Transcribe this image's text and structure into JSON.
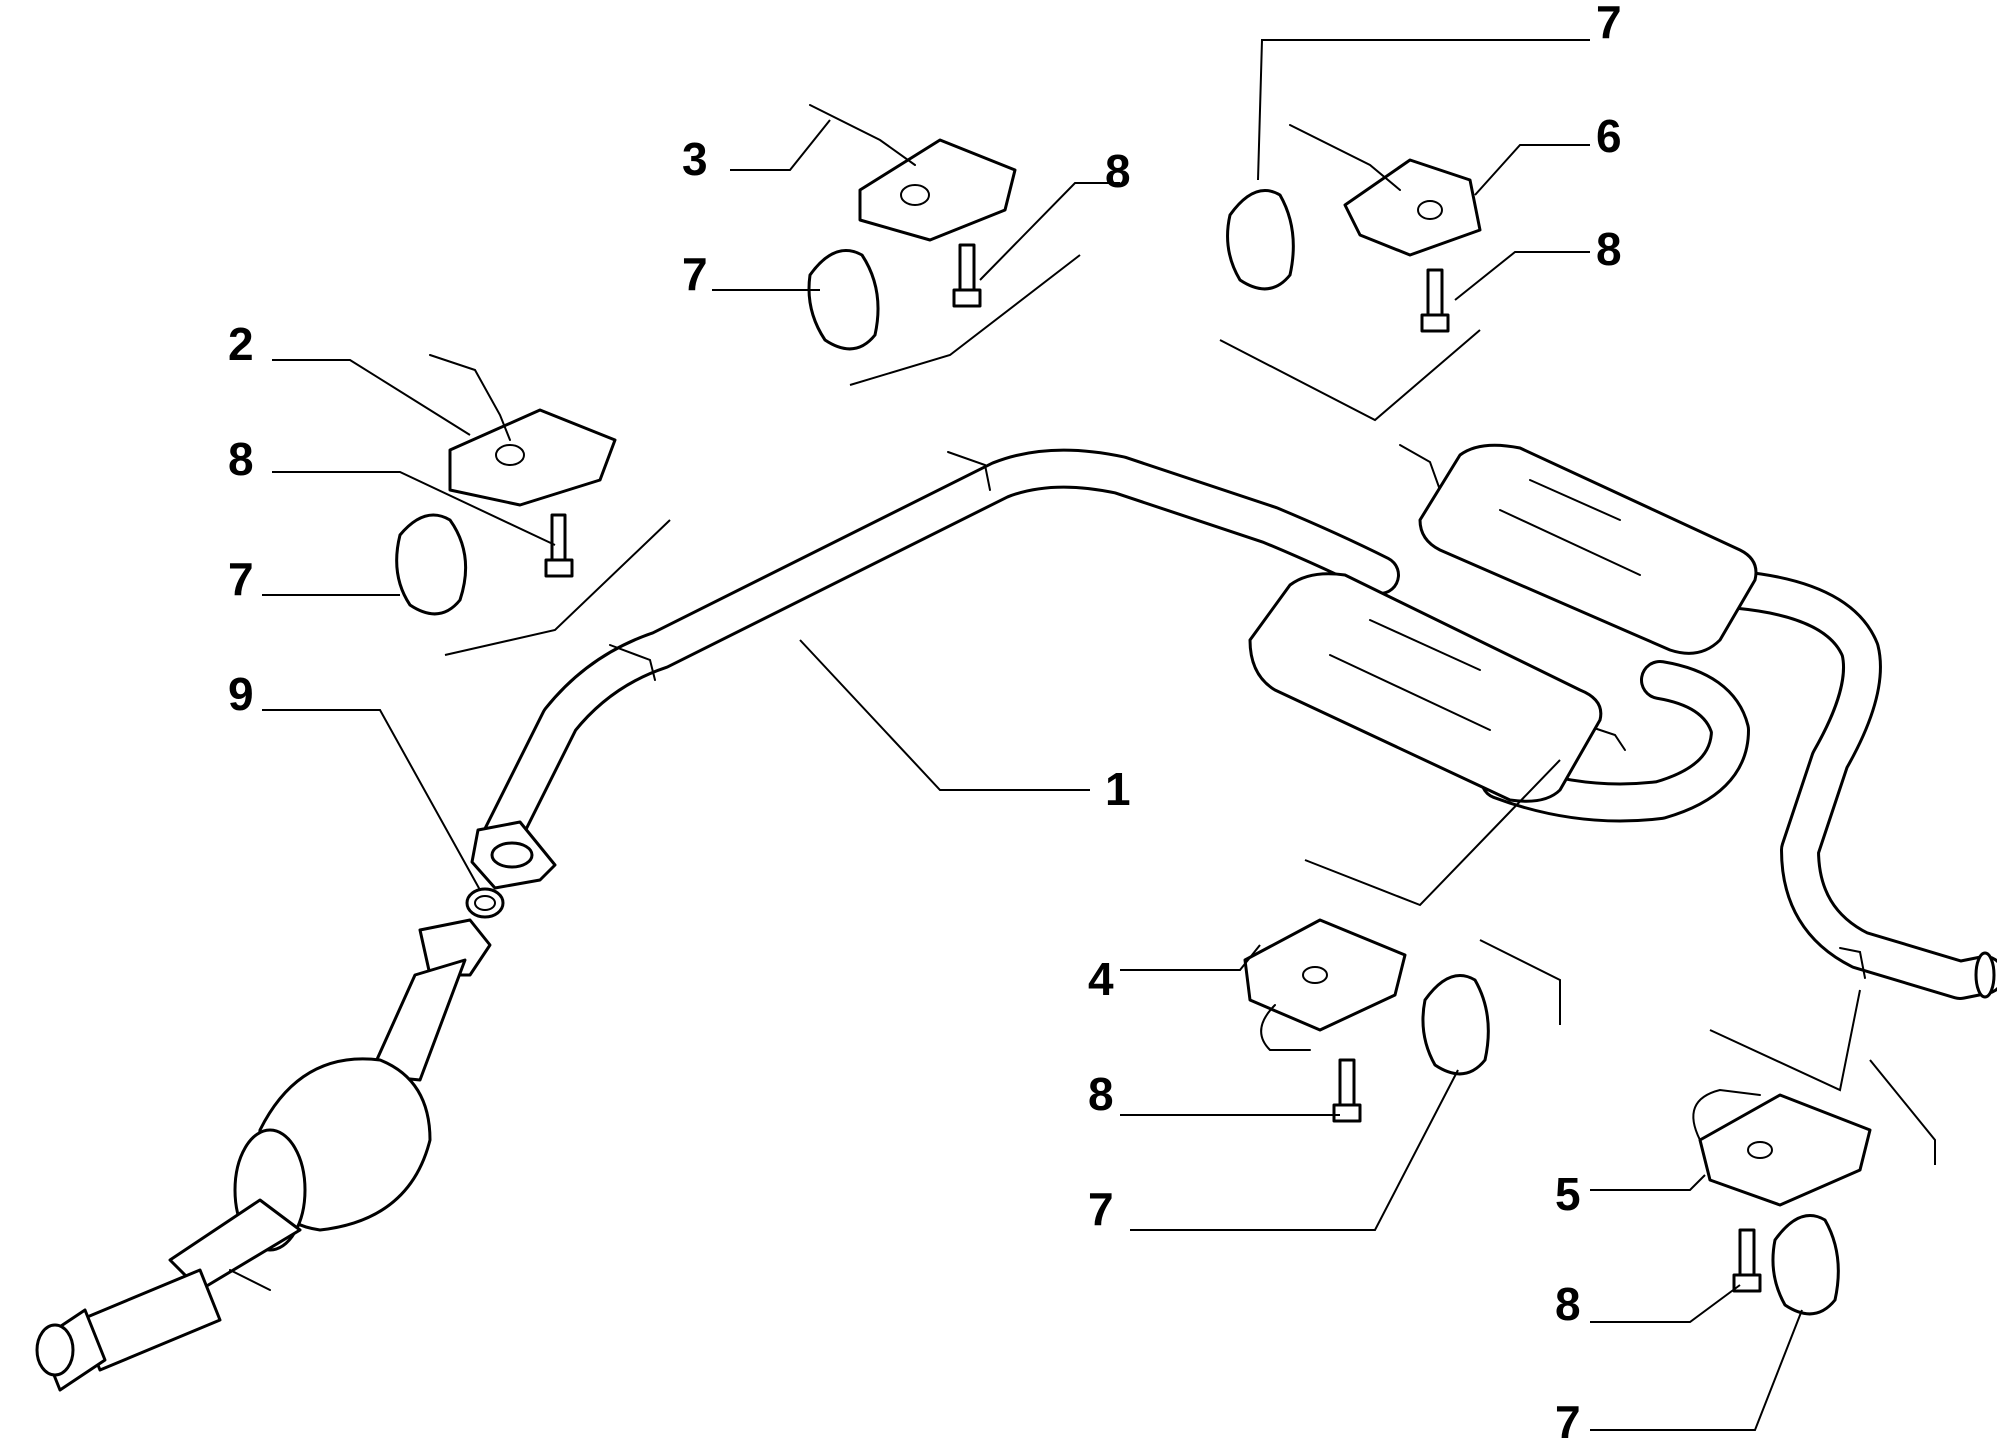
{
  "callouts": {
    "c1": "1",
    "c2": "2",
    "c3": "3",
    "c4": "4",
    "c5": "5",
    "c6": "6",
    "c7a": "7",
    "c7b": "7",
    "c7c": "7",
    "c7d": "7",
    "c7e": "7",
    "c8a": "8",
    "c8b": "8",
    "c8c": "8",
    "c8d": "8",
    "c8e": "8",
    "c9": "9"
  }
}
